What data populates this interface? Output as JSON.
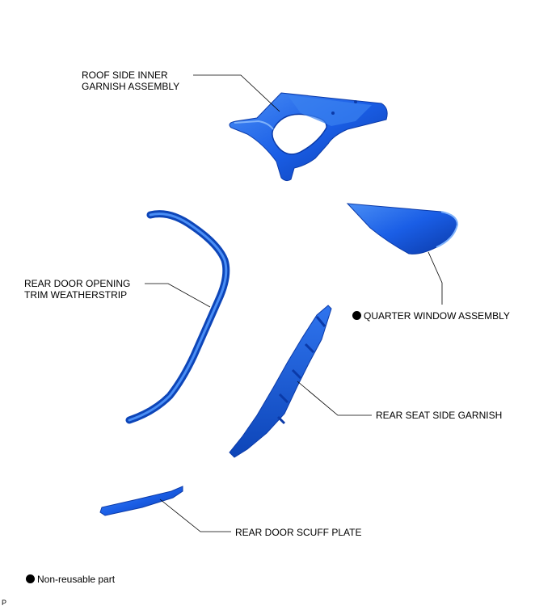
{
  "labels": {
    "roof_side_inner_1": "ROOF SIDE INNER",
    "roof_side_inner_2": "GARNISH ASSEMBLY",
    "rear_door_opening_1": "REAR DOOR OPENING",
    "rear_door_opening_2": "TRIM WEATHERSTRIP",
    "quarter_window": "QUARTER WINDOW ASSEMBLY",
    "rear_seat_side": "REAR SEAT SIDE GARNISH",
    "rear_door_scuff": "REAR DOOR SCUFF PLATE",
    "legend_non_reusable": "Non-reusable part",
    "corner_mark": "P"
  },
  "colors": {
    "part_fill": "#1a5ee6",
    "part_highlight": "#5a9bf5",
    "part_shadow": "#0b3aa8",
    "leader": "#000000"
  },
  "icons": {
    "non_reusable_marker": "filled-circle-icon"
  }
}
